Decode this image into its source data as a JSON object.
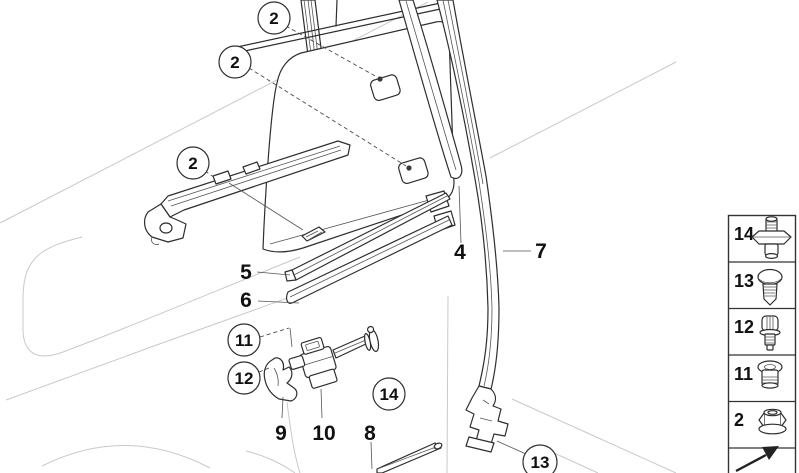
{
  "diagram": {
    "circled_callouts": [
      "2",
      "2",
      "2",
      "11",
      "12",
      "14",
      "13"
    ],
    "plain_callouts": [
      "4",
      "5",
      "6",
      "7",
      "8",
      "9",
      "10"
    ]
  },
  "sidebar": {
    "items": [
      {
        "number": "14",
        "icon": "stud-grommet-icon"
      },
      {
        "number": "13",
        "icon": "screw-icon"
      },
      {
        "number": "12",
        "icon": "expanding-rivet-icon"
      },
      {
        "number": "11",
        "icon": "rivet-icon"
      },
      {
        "number": "2",
        "icon": "flange-nut-icon"
      }
    ],
    "nav_icon": "nav-arrow-icon"
  },
  "colors": {
    "background": "#ffffff",
    "line": "#2e2e2e",
    "faint_outline": "#c9c9c9",
    "text": "#111111"
  }
}
